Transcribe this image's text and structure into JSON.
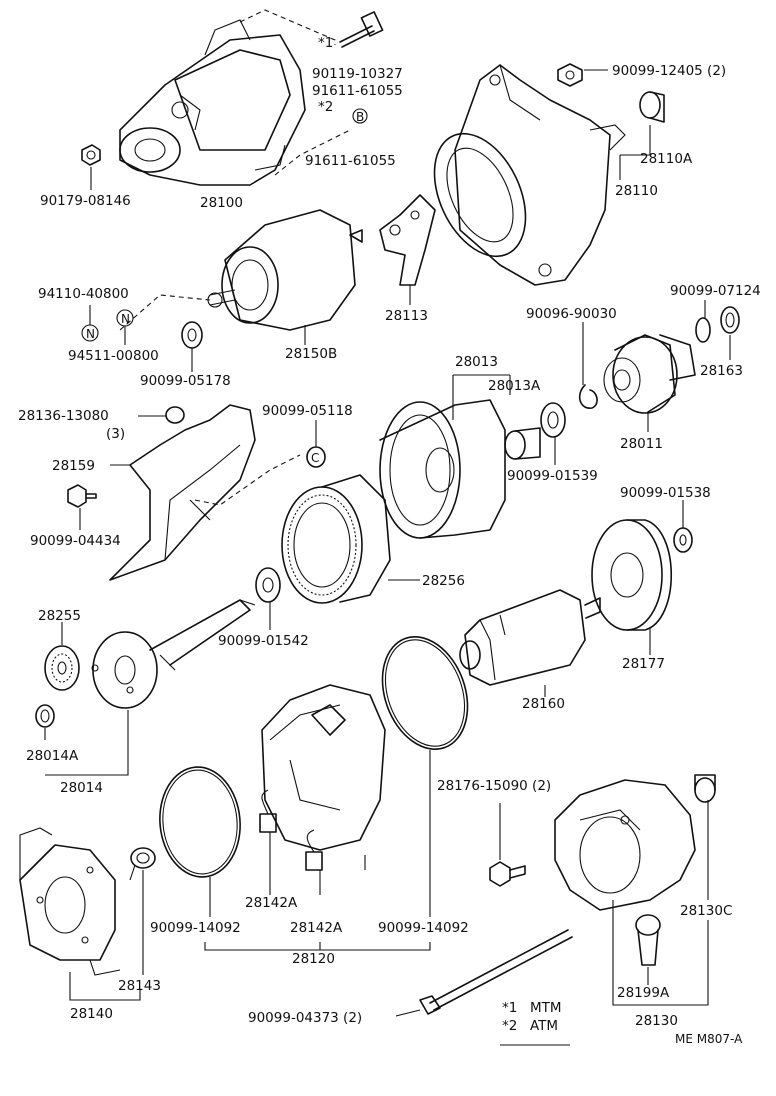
{
  "labels": {
    "p1a": "*1",
    "p1b": "90119-10327",
    "p1c": "91611-61055",
    "p1d": "*2",
    "p2": "91611-61055",
    "p3": "90179-08146",
    "p4": "28100",
    "p5": "90099-12405 (2)",
    "p6": "28110A",
    "p7": "28110",
    "p8": "94110-40800",
    "p9": "94511-00800",
    "p10": "90099-05178",
    "p11": "28150B",
    "p12": "28113",
    "p13": "90096-90030",
    "p14": "90099-07124",
    "p15": "28163",
    "p16": "28013",
    "p17": "28013A",
    "p18": "28011",
    "p19": "28136-13080",
    "p20": "(3)",
    "p21": "90099-05118",
    "p22": "28159",
    "p23": "90099-01539",
    "p24": "90099-04434",
    "p25": "90099-01538",
    "p26": "28256",
    "p27": "28255",
    "p28": "90099-01542",
    "p29": "28177",
    "p30": "28160",
    "p31": "28014A",
    "p32": "28014",
    "p33": "28176-15090 (2)",
    "p34": "28130C",
    "p35": "28142A",
    "p36": "28142A",
    "p37": "90099-14092",
    "p38": "90099-14092",
    "p39": "28120",
    "p40": "28143",
    "p41": "28140",
    "p42": "28199A",
    "p43": "28130",
    "p44": "90099-04373 (2)",
    "p45": "ME M807-A"
  },
  "legend": {
    "l1_mark": "*1",
    "l1_text": "MTM",
    "l2_mark": "*2",
    "l2_text": "ATM"
  },
  "markers": {
    "n1": "N",
    "n2": "N",
    "b": "B",
    "c": "C"
  }
}
